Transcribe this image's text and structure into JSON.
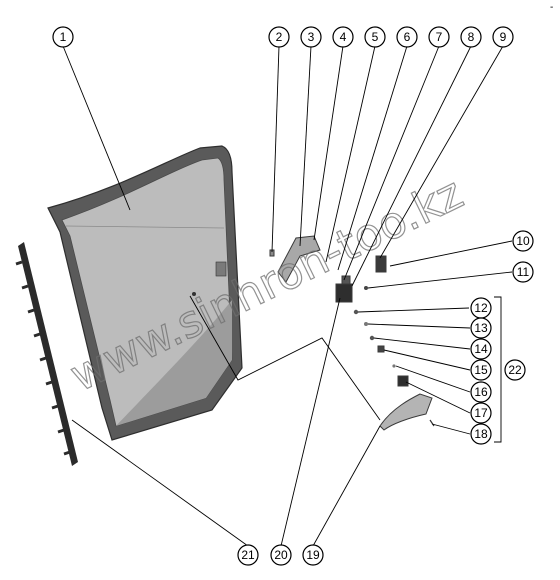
{
  "diagram": {
    "callouts": [
      "1",
      "2",
      "3",
      "4",
      "5",
      "6",
      "7",
      "8",
      "9",
      "10",
      "11",
      "12",
      "13",
      "14",
      "15",
      "16",
      "17",
      "18",
      "19",
      "20",
      "21",
      "22"
    ],
    "watermark": "www.sinhron-too.kz",
    "corner_mark": "-"
  }
}
